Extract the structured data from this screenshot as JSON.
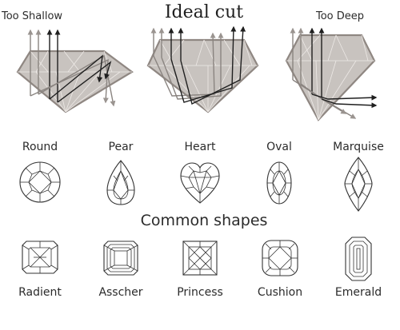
{
  "cut_diagrams": {
    "too_shallow": "Too Shallow",
    "ideal": "Ideal cut",
    "too_deep": "Too Deep"
  },
  "section_title": "Common shapes",
  "row1": [
    "Round",
    "Pear",
    "Heart",
    "Oval",
    "Marquise"
  ],
  "row2": [
    "Radient",
    "Asscher",
    "Princess",
    "Cushion",
    "Emerald"
  ],
  "colors": {
    "stone_fill": "#c8c3bf",
    "stone_outline": "#8f8782",
    "light_in_gray": "#8a8480",
    "ray_dark": "#1f1f1f",
    "ray_escape_gray": "#9a9490"
  }
}
